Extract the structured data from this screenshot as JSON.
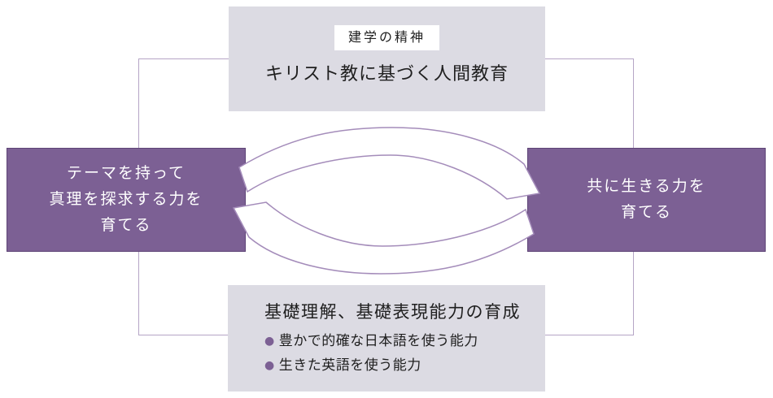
{
  "colors": {
    "purple_box": "#7c6094",
    "purple_box_border": "#5e4476",
    "gray_box": "#dcdbe3",
    "frame_line": "#b5a5c6",
    "arrow_outline": "#a48cba",
    "text_dark": "#1f1f1f",
    "bullet": "#7c6094",
    "box_text": "#ffffff"
  },
  "icons": {
    "bullet": "●"
  },
  "top_box": {
    "tag": "建学の精神",
    "title": "キリスト教に基づく人間教育"
  },
  "left_box": {
    "lines": [
      "テーマを持って",
      "真理を探求する力を",
      "育てる"
    ]
  },
  "right_box": {
    "lines": [
      "共に生きる力を",
      "育てる"
    ]
  },
  "bottom_box": {
    "title": "基礎理解、基礎表現能力の育成",
    "bullets": [
      "豊かで的確な日本語を使う能力",
      "生きた英語を使う能力"
    ]
  }
}
